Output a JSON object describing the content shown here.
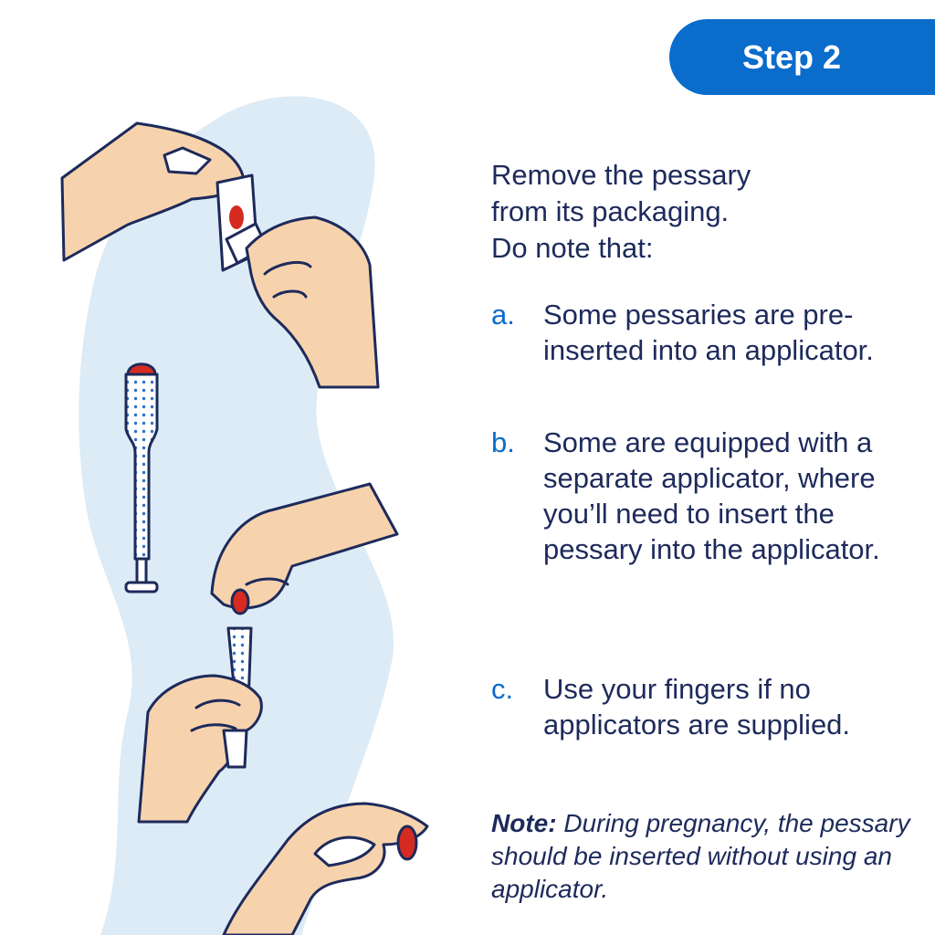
{
  "header": {
    "step_label": "Step 2"
  },
  "intro": {
    "lines": [
      "Remove the pessary",
      "from its packaging.",
      "Do note that:"
    ]
  },
  "list": [
    {
      "marker": "a.",
      "text": "Some pessaries are pre-inserted into an applicator."
    },
    {
      "marker": "b.",
      "text": "Some are equipped with a separate applicator, where you’ll need to insert the pessary into the applicator."
    },
    {
      "marker": "c.",
      "text": "Use your fingers if no applicators are supplied."
    }
  ],
  "note": {
    "label": "Note:",
    "text": "During pregnancy, the pessary should be inserted without using an applicator."
  },
  "colors": {
    "accent": "#0a6ccb",
    "text": "#1d2a5b",
    "skin": "#f7d3ad",
    "blob": "#dcebf6",
    "pessary": "#d62b20"
  },
  "illustrations": [
    "hands-opening-package-icon",
    "prefilled-applicator-icon",
    "hand-inserting-pessary-into-applicator-icon",
    "hand-holding-pessary-icon"
  ]
}
